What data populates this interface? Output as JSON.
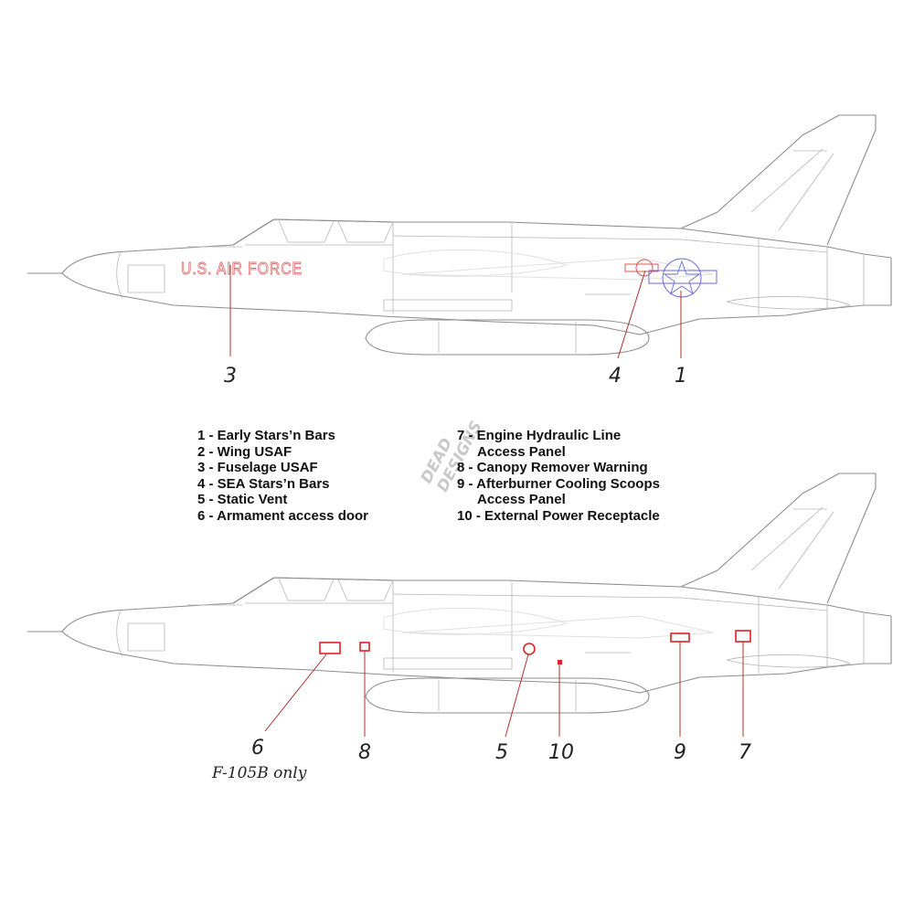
{
  "legend": {
    "left": [
      "1 - Early Stars’n Bars",
      "2 - Wing USAF",
      "3 - Fuselage USAF",
      "4 - SEA Stars’n Bars",
      "5 - Static Vent",
      "6 - Armament access door"
    ],
    "right": [
      {
        "text": "7 - Engine Hydraulic Line",
        "indent": false
      },
      {
        "text": "Access Panel",
        "indent": true
      },
      {
        "text": "8 - Canopy Remover Warning",
        "indent": false
      },
      {
        "text": "9 - Afterburner Cooling Scoops",
        "indent": false
      },
      {
        "text": "Access Panel",
        "indent": true
      },
      {
        "text": "10 - External Power Receptacle",
        "indent": false
      }
    ]
  },
  "top_aircraft": {
    "fuselage_marking": "U.S. AIR FORCE",
    "callouts": [
      "3",
      "4",
      "1"
    ]
  },
  "bottom_aircraft": {
    "callouts": [
      "6",
      "8",
      "5",
      "10",
      "9",
      "7"
    ],
    "note": "F-105B only"
  },
  "watermark": [
    "DEAD",
    "DESIGNS"
  ],
  "colors": {
    "outline": "#8d8d8d",
    "marking_red": "#dd2222",
    "marking_blue": "#6a6ad8"
  }
}
